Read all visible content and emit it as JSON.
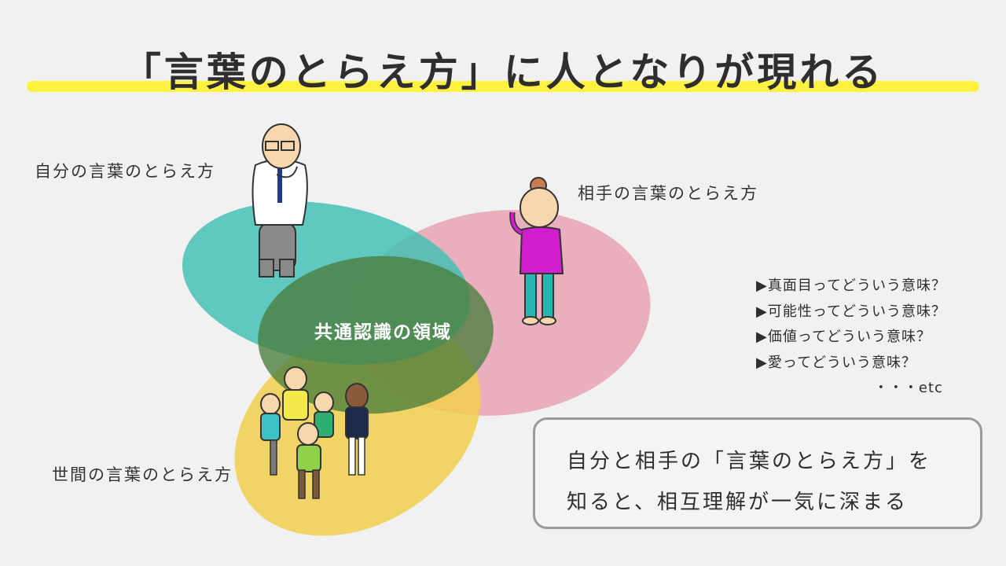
{
  "title": "「言葉のとらえ方」に人となりが現れる",
  "diagram": {
    "self_label": "自分の言葉のとらえ方",
    "other_label": "相手の言葉のとらえ方",
    "world_label": "世間の言葉のとらえ方",
    "common_label": "共通認識の領域",
    "colors": {
      "self": "#3fbfb3",
      "other": "#e8a3b4",
      "world": "#f1cf4e",
      "common": "#4a7d3e",
      "highlight": "#fff23f"
    }
  },
  "questions": [
    "▶真面目ってどういう意味？",
    "▶可能性ってどういう意味？",
    "▶価値ってどういう意味？",
    "▶愛ってどういう意味？"
  ],
  "questions_etc": "・・・etc",
  "summary": {
    "line1": "自分と相手の「言葉のとらえ方」を",
    "line2": "知ると、相互理解が一気に深まる"
  },
  "icons": {
    "self": "bald-man-thinking-icon",
    "other": "woman-pointing-icon",
    "world": "crowd-of-people-icon"
  }
}
